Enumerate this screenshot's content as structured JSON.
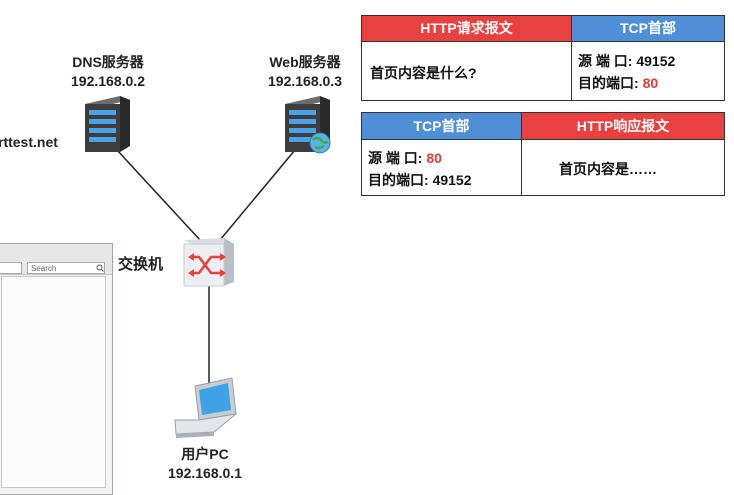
{
  "dns": {
    "name": "DNS服务器",
    "ip": "192.168.0.2"
  },
  "web": {
    "name": "Web服务器",
    "ip": "192.168.0.3"
  },
  "domain_partial": "rttest.net",
  "switch": {
    "name": "交换机"
  },
  "user": {
    "name": "用户PC",
    "ip": "192.168.0.1"
  },
  "browser": {
    "search_placeholder": "Search"
  },
  "request_packet": {
    "http_header": "HTTP请求报文",
    "tcp_header": "TCP首部",
    "http_body": "首页内容是什么?",
    "src_port_label": "源 端 口:",
    "src_port": "49152",
    "dst_port_label": "目的端口:",
    "dst_port": "80"
  },
  "response_packet": {
    "tcp_header": "TCP首部",
    "http_header": "HTTP响应报文",
    "src_port_label": "源 端 口:",
    "src_port": "80",
    "dst_port_label": "目的端口:",
    "dst_port": "49152",
    "http_body": "首页内容是……"
  },
  "colors": {
    "http_red": "#e8413f",
    "tcp_blue": "#4f8fd8",
    "port_red": "#e53935"
  }
}
